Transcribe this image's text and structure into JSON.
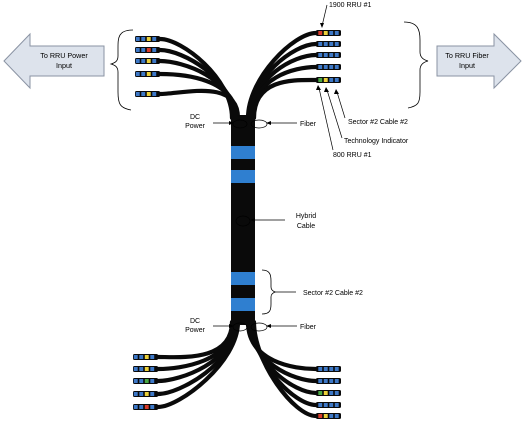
{
  "labels": {
    "left_arrow": [
      "To RRU Power",
      "Input"
    ],
    "right_arrow": [
      "To RRU Fiber",
      "Input"
    ],
    "rru_1900": "1900 RRU #1",
    "dc_power_top": [
      "DC",
      "Power"
    ],
    "fiber_top": "Fiber",
    "sector_cable_top": "Sector #2 Cable #2",
    "technology_indicator": "Technology Indicator",
    "rru_800": "800 RRU #1",
    "hybrid_cable": [
      "Hybrid",
      "Cable"
    ],
    "sector_cable_mid": "Sector #2 Cable #2",
    "dc_power_bottom": [
      "DC",
      "Power"
    ],
    "fiber_bottom": "Fiber"
  },
  "colors": {
    "cable": "#0a0a0a",
    "band_blue": "#2f7fd0",
    "arrow_fill": "#dde3ec",
    "arrow_stroke": "#8a93a3",
    "connector_blue": "#3d78c7",
    "connector_yellow": "#ecd13a",
    "connector_red": "#d83a2a",
    "connector_green": "#4aa844"
  }
}
